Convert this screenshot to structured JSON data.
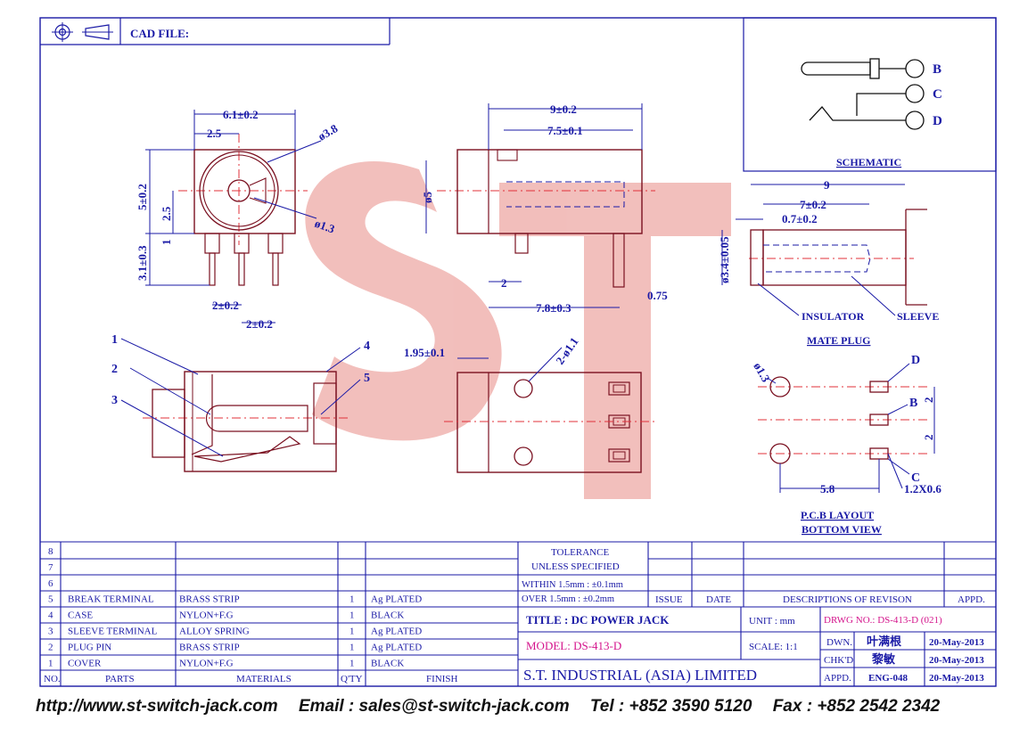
{
  "header": {
    "cad_file_label": "CAD FILE:"
  },
  "schematic": {
    "label": "SCHEMATIC",
    "pins": [
      "B",
      "C",
      "D"
    ]
  },
  "dims": {
    "width": "6.1±0.2",
    "d25a": "2.5",
    "hole_dia": "ø3.8",
    "height": "5±0.2",
    "d25b": "2.5",
    "pin_dia": "ø1.3",
    "d1": "1",
    "leg": "3.1±0.3",
    "pitch1": "2±0.2",
    "pitch2": "2±0.2",
    "length": "9±0.2",
    "inner": "7.5±0.1",
    "phi5": "ø5",
    "d2": "2",
    "d078": "7.8±0.3",
    "d075": "0.75",
    "plug_len": "9",
    "plug_7": "7±0.2",
    "plug_07": "0.7±0.2",
    "plug_dia": "ø3.4±0.05",
    "insulator": "INSULATOR",
    "sleeve": "SLEEVE",
    "mate_plug": "MATE PLUG",
    "d195": "1.95±0.1",
    "holes": "2-ø1.1",
    "pcb_hole": "ø1.3",
    "pcb_d": "D",
    "pcb_b": "B",
    "pcb_c": "C",
    "pcb_2a": "2",
    "pcb_2b": "2",
    "pcb_58": "5.8",
    "pcb_slot": "1.2X0.6",
    "pcb_layout": "P.C.B LAYOUT",
    "bottom_view": "BOTTOM VIEW",
    "c1": "1",
    "c2": "2",
    "c3": "3",
    "c4": "4",
    "c5": "5"
  },
  "watermark": "ST",
  "bom": {
    "headers": [
      "NO.",
      "PARTS",
      "MATERIALS",
      "Q'TY",
      "FINISH"
    ],
    "rows": [
      [
        "8",
        "",
        "",
        "",
        ""
      ],
      [
        "7",
        "",
        "",
        "",
        ""
      ],
      [
        "6",
        "",
        "",
        "",
        ""
      ],
      [
        "5",
        "BREAK TERMINAL",
        "BRASS STRIP",
        "1",
        "Ag PLATED"
      ],
      [
        "4",
        "CASE",
        "NYLON+F.G",
        "1",
        "BLACK"
      ],
      [
        "3",
        "SLEEVE TERMINAL",
        "ALLOY SPRING",
        "1",
        "Ag PLATED"
      ],
      [
        "2",
        "PLUG PIN",
        "BRASS STRIP",
        "1",
        "Ag PLATED"
      ],
      [
        "1",
        "COVER",
        "NYLON+F.G",
        "1",
        "BLACK"
      ]
    ]
  },
  "tolerance": {
    "title": "TOLERANCE",
    "subtitle": "UNLESS  SPECIFIED",
    "within": "WITHIN  1.5mm : ±0.1mm",
    "over": "OVER    1.5mm : ±0.2mm"
  },
  "revision": {
    "issue": "ISSUE",
    "date": "DATE",
    "desc": "DESCRIPTIONS OF REVISON",
    "appd": "APPD."
  },
  "title_block": {
    "title": "TITLE : DC POWER JACK",
    "unit": "UNIT :  mm",
    "drwg": "DRWG NO.: DS-413-D (021)",
    "model": "MODEL: DS-413-D",
    "scale": "SCALE:  1:1",
    "dwn_label": "DWN.",
    "dwn_name": "叶满根",
    "dwn_date": "20-May-2013",
    "chk_label": "CHK'D",
    "chk_name": "黎敏",
    "chk_date": "20-May-2013",
    "appd_label": "APPD.",
    "appd_name": "ENG-048",
    "appd_date": "20-May-2013",
    "company": "S.T.  INDUSTRIAL  (ASIA)  LIMITED"
  },
  "footer": {
    "web": "http://www.st-switch-jack.com",
    "email": "Email : sales@st-switch-jack.com",
    "tel": "Tel : +852 3590 5120",
    "fax": "Fax : +852 2542 2342"
  },
  "colors": {
    "line": "#1a1aa6",
    "part": "#7a1020",
    "center": "#e0303a",
    "watermark": "#e88a85",
    "magenta": "#d4148c"
  }
}
